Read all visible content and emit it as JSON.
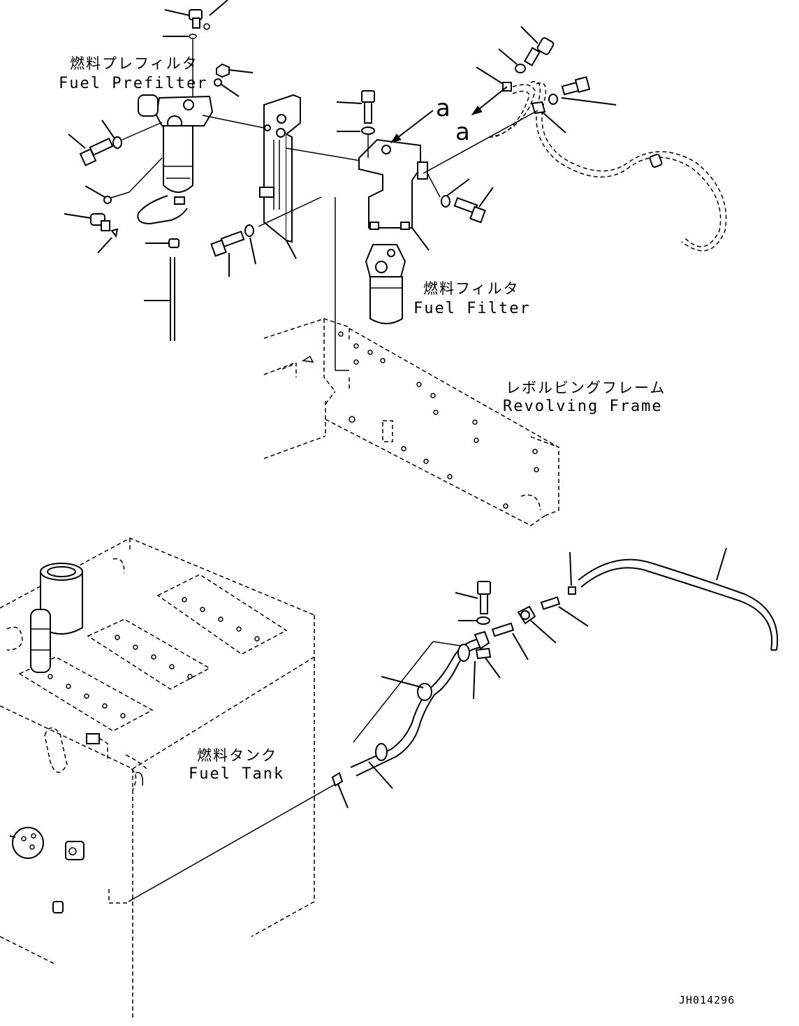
{
  "labels": {
    "prefilter_jp": "燃料プレフィルタ",
    "prefilter_en": "Fuel Prefilter",
    "filter_jp": "燃料フィルタ",
    "filter_en": "Fuel Filter",
    "frame_jp": "レボルビングフレーム",
    "frame_en": "Revolving Frame",
    "tank_jp": "燃料タンク",
    "tank_en": "Fuel Tank"
  },
  "callout_letter": "a",
  "drawing_code": "JH014296"
}
